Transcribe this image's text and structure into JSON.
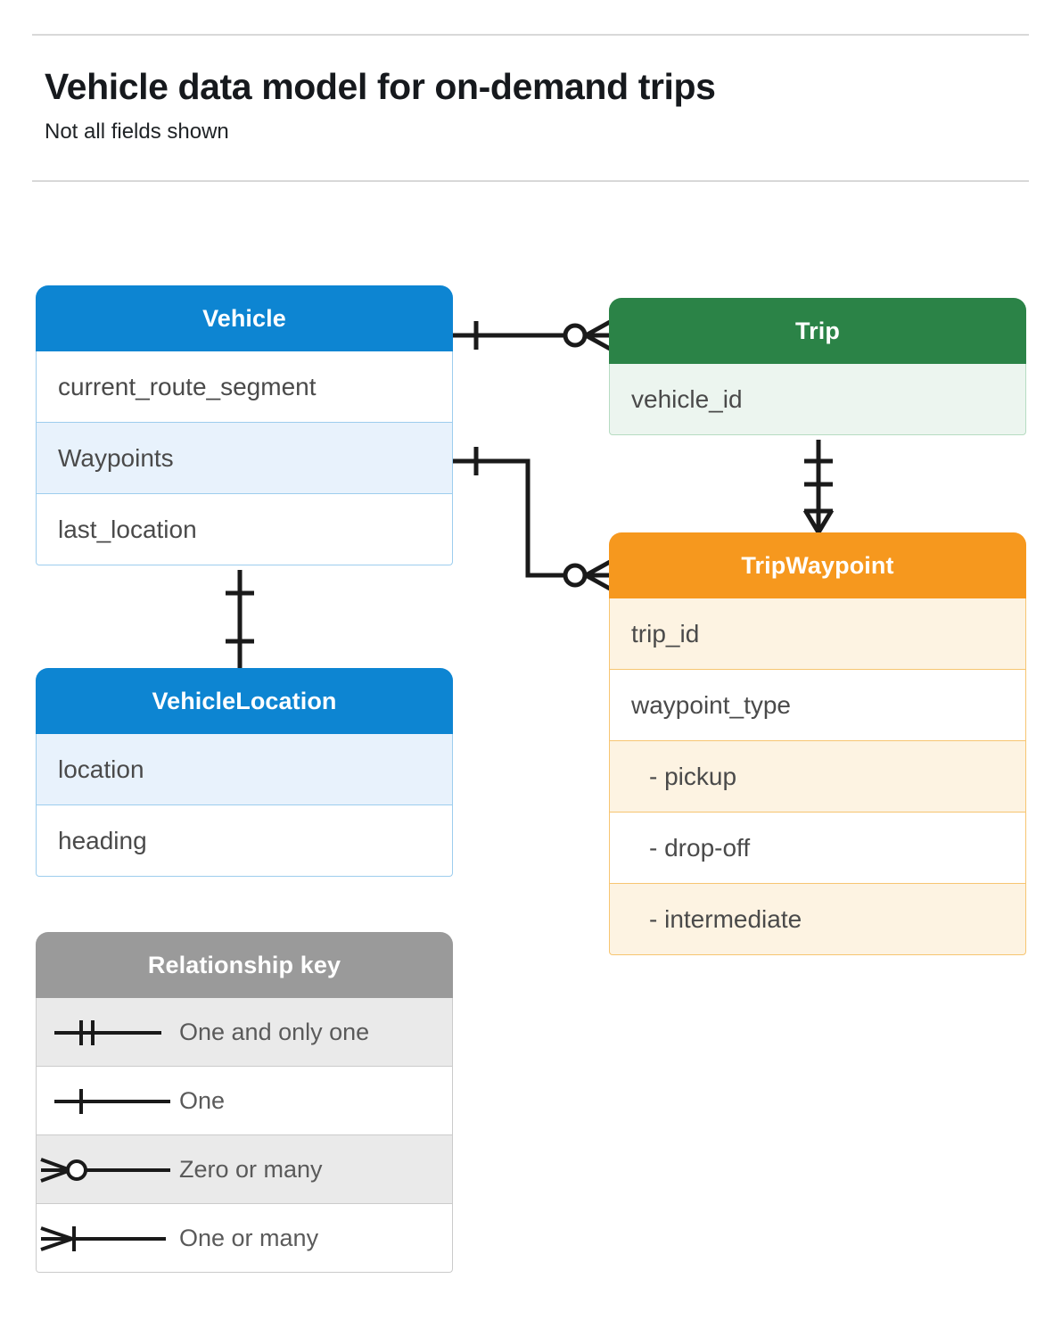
{
  "header": {
    "title": "Vehicle data model for on-demand trips",
    "subtitle": "Not all fields shown"
  },
  "entities": [
    {
      "id": "vehicle",
      "name": "Vehicle",
      "color": "#0d85d2",
      "fields": [
        {
          "label": "current_route_segment",
          "tint": false
        },
        {
          "label": "Waypoints",
          "tint": true
        },
        {
          "label": "last_location",
          "tint": false
        }
      ]
    },
    {
      "id": "trip",
      "name": "Trip",
      "color": "#2b8347",
      "fields": [
        {
          "label": "vehicle_id",
          "tint": true
        }
      ]
    },
    {
      "id": "trip_waypoint",
      "name": "TripWaypoint",
      "color": "#f6981e",
      "fields": [
        {
          "label": "trip_id",
          "tint": true
        },
        {
          "label": "waypoint_type",
          "tint": false
        },
        {
          "label": "-  pickup",
          "tint": true
        },
        {
          "label": "-  drop-off",
          "tint": false
        },
        {
          "label": "-  intermediate",
          "tint": true
        }
      ]
    },
    {
      "id": "vehicle_location",
      "name": "VehicleLocation",
      "color": "#0d85d2",
      "fields": [
        {
          "label": "location",
          "tint": true
        },
        {
          "label": "heading",
          "tint": false
        }
      ]
    }
  ],
  "legend": {
    "title": "Relationship key",
    "items": [
      {
        "symbol": "one-and-only-one",
        "label": "One and only one",
        "tint": true
      },
      {
        "symbol": "one",
        "label": "One",
        "tint": false
      },
      {
        "symbol": "zero-or-many",
        "label": "Zero or many",
        "tint": true
      },
      {
        "symbol": "one-or-many",
        "label": "One or many",
        "tint": false
      }
    ]
  },
  "relationships": [
    {
      "from": "vehicle",
      "from_card": "one",
      "to": "trip",
      "to_card": "zero-or-many"
    },
    {
      "from": "vehicle.Waypoints",
      "from_card": "one",
      "to": "trip_waypoint",
      "to_card": "zero-or-many"
    },
    {
      "from": "trip",
      "from_card": "one-and-only-one",
      "to": "trip_waypoint",
      "to_card": "one-or-many"
    },
    {
      "from": "vehicle",
      "from_card": "one",
      "to": "vehicle_location",
      "to_card": "one"
    }
  ],
  "colors": {
    "blue": "#0d85d2",
    "green": "#2b8347",
    "orange": "#f6981e",
    "gray": "#9a9a9a",
    "line": "#1a1a1a",
    "text": "#4a4a4a"
  }
}
